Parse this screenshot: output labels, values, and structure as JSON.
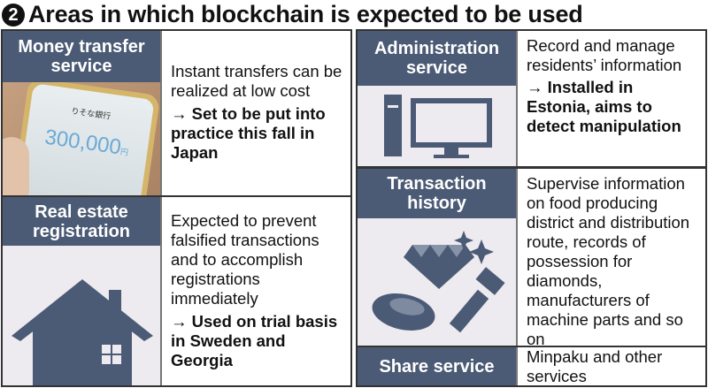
{
  "title": {
    "number": "2",
    "text": "Areas in which blockchain is expected to be used"
  },
  "areas": [
    {
      "name": "Money transfer service",
      "description": "Instant transfers can be realized at low cost",
      "note": "→ Set to be put into practice this fall in Japan",
      "image": {
        "bank": "りそな銀行",
        "amount": "300,000",
        "unit": "円"
      }
    },
    {
      "name": "Real estate registration",
      "description": "Expected to prevent falsified transactions and to accomplish registrations immediately",
      "note": "→ Used on trial basis in Sweden and Georgia"
    },
    {
      "name": "Administration service",
      "description": "Record and manage residents’ information",
      "note": "→ Installed in Estonia, aims to detect manipulation"
    },
    {
      "name": "Transaction history",
      "description": "Supervise information on food producing district and distribution route, records of possession for diamonds, manufacturers of machine parts and so on",
      "note": ""
    },
    {
      "name": "Share service",
      "description": "Minpaku and other services",
      "note": ""
    }
  ],
  "colors": {
    "header": "#4b5b75",
    "image_bg": "#edeaf0"
  }
}
